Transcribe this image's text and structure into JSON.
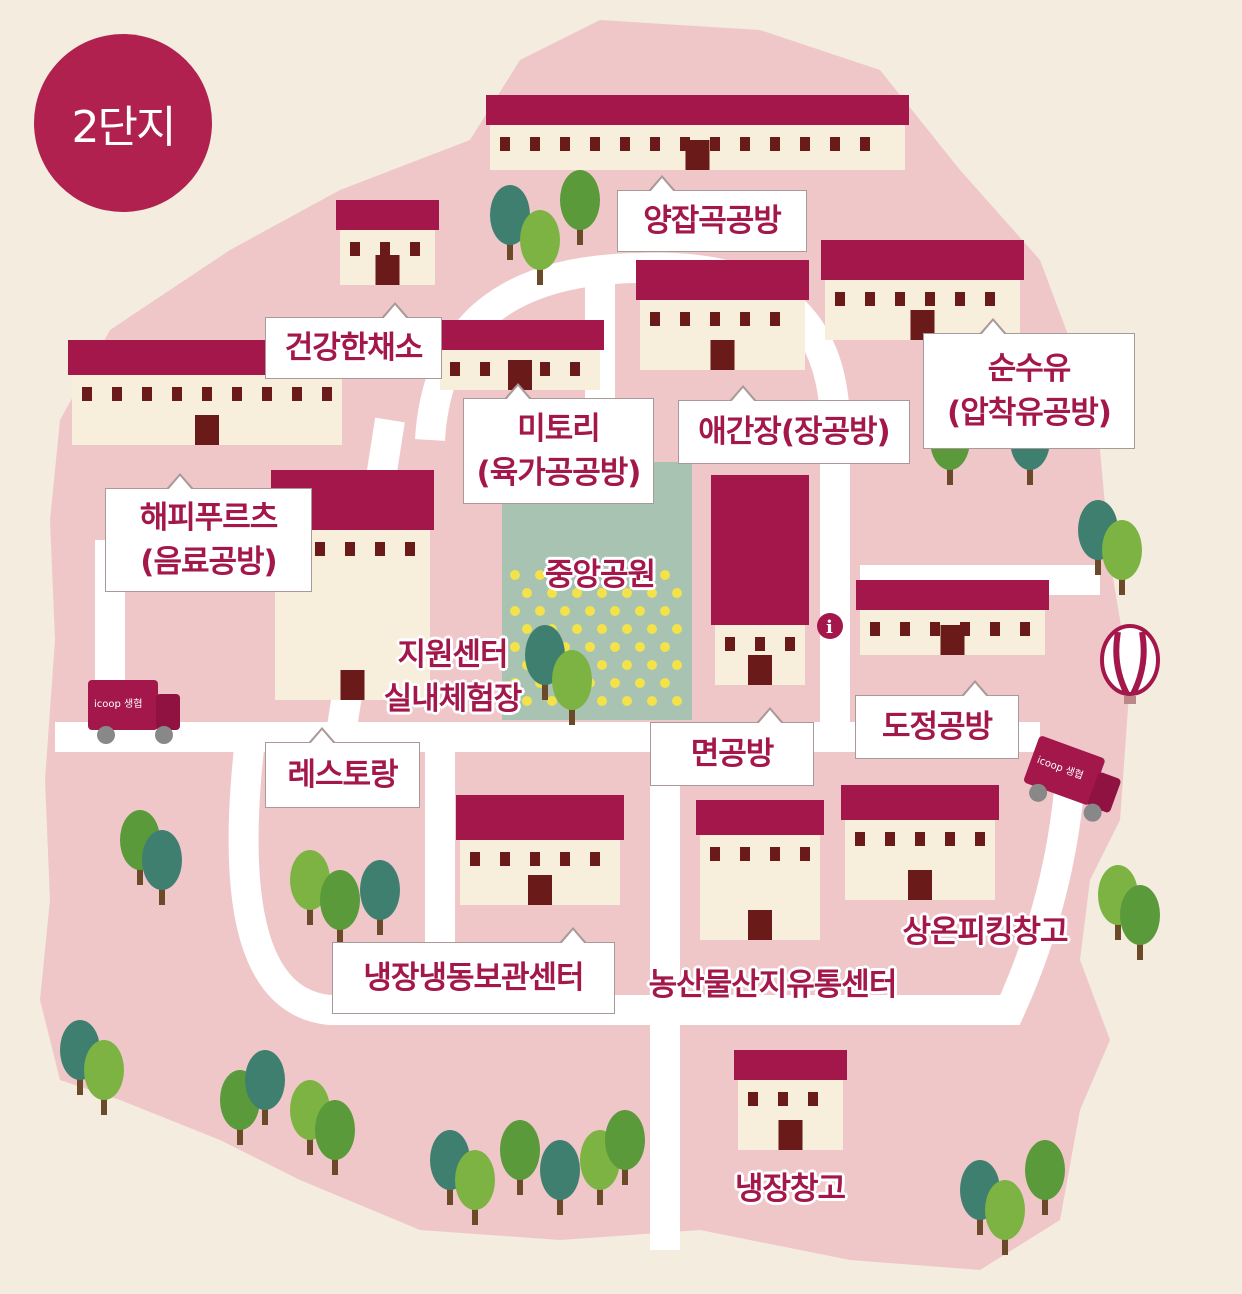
{
  "badge": "2단지",
  "labels": {
    "yangjapgok": "양잡곡공방",
    "vegetables": "건강한채소",
    "oil_1": "순수유",
    "oil_2": "(압착유공방)",
    "mitori_1": "미토리",
    "mitori_2": "(육가공공방)",
    "aeganjang": "애간장(장공방)",
    "fruits_1": "해피푸르츠",
    "fruits_2": "(음료공방)",
    "restaurant": "레스토랑",
    "noodle": "면공방",
    "milling": "도정공방",
    "cold_storage_center": "냉장냉동보관센터"
  },
  "places": {
    "central_park": "중앙공원",
    "support_1": "지원센터",
    "support_2": "실내체험장",
    "picking": "상온피킹창고",
    "distribution": "농산물산지유통센터",
    "cold_storage": "냉장창고"
  },
  "truck_text": "icoop 생협",
  "colors": {
    "accent": "#b0214f",
    "land": "#efc7c9",
    "park": "#a9c3b2",
    "road": "#ffffff",
    "background": "#f3ecdf"
  }
}
